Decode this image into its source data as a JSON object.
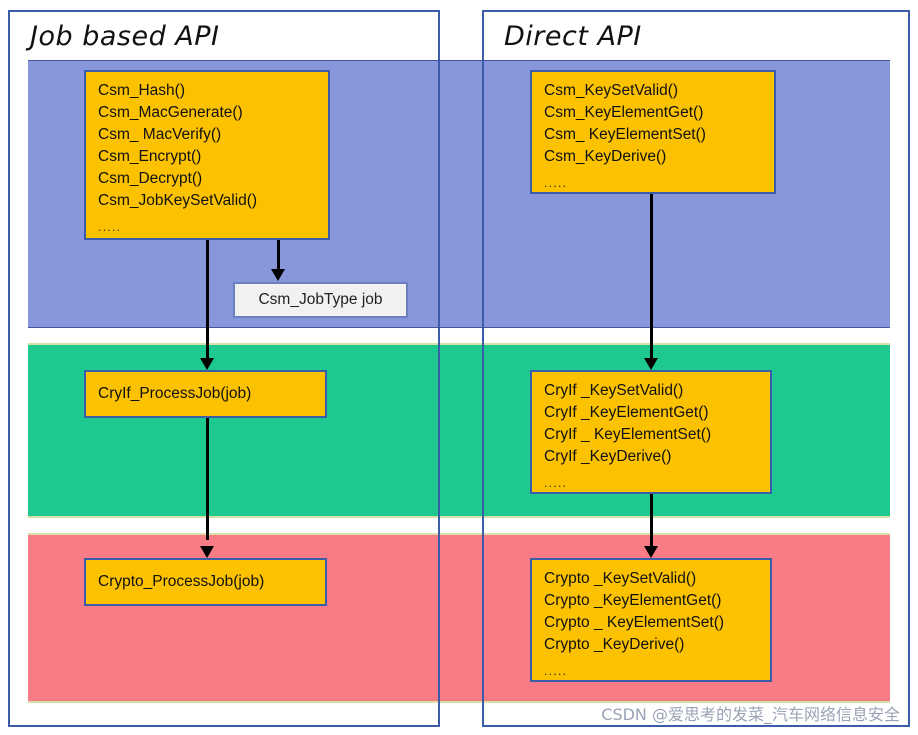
{
  "diagram": {
    "groups": [
      {
        "id": "job-based-api",
        "title": "Job based API"
      },
      {
        "id": "direct-api",
        "title": "Direct API"
      }
    ],
    "layers": [
      {
        "id": "csm",
        "color": "#8897dc"
      },
      {
        "id": "cryif",
        "color": "#1ec98f"
      },
      {
        "id": "crypto",
        "color": "#f87c85"
      }
    ],
    "boxes": {
      "csm_job": {
        "lines": [
          "Csm_Hash()",
          "Csm_MacGenerate()",
          "Csm_ MacVerify()",
          "Csm_Encrypt()",
          "Csm_Decrypt()",
          "Csm_JobKeySetValid()"
        ],
        "ellipsis": "....."
      },
      "csm_direct": {
        "lines": [
          "Csm_KeySetValid()",
          "Csm_KeyElementGet()",
          "Csm_ KeyElementSet()",
          "Csm_KeyDerive()"
        ],
        "ellipsis": "....."
      },
      "cryif_job": {
        "label": "CryIf_ProcessJob(job)"
      },
      "cryif_direct": {
        "lines": [
          "CryIf _KeySetValid()",
          "CryIf _KeyElementGet()",
          "CryIf _ KeyElementSet()",
          "CryIf _KeyDerive()"
        ],
        "ellipsis": "....."
      },
      "crypto_job": {
        "label": "Crypto_ProcessJob(job)"
      },
      "crypto_direct": {
        "lines": [
          "Crypto _KeySetValid()",
          "Crypto _KeyElementGet()",
          "Crypto _ KeyElementSet()",
          "Crypto _KeyDerive()"
        ],
        "ellipsis": "....."
      },
      "job_type": {
        "label": "Csm_JobType job"
      }
    },
    "watermark": "CSDN @爱思考的发菜_汽车网络信息安全",
    "colors": {
      "csm_layer": "#8897dc",
      "cryif_layer": "#1ec98f",
      "crypto_layer": "#f87c85",
      "api_box": "#fcc200",
      "box_border": "#3b5ca8",
      "job_type_fill": "#f1f1f1",
      "arrow": "#000000"
    }
  }
}
